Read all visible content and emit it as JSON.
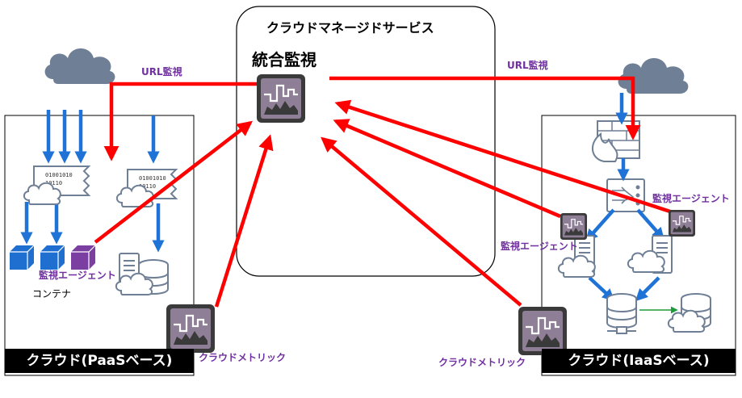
{
  "managed_service": {
    "title": "クラウドマネージドサービス",
    "integrated_monitoring": "統合監視"
  },
  "left_cloud": {
    "label": "クラウド(PaaSベース)",
    "url_monitoring": "URL監視",
    "agent_label": "監視エージェント",
    "container_label": "コンテナ",
    "cloud_metrics": "クラウドメトリック",
    "data_text": "01001010\n10110"
  },
  "right_cloud": {
    "label": "クラウド(IaaSベース)",
    "url_monitoring": "URL監視",
    "agent_label_upper": "監視エージェント",
    "agent_label_lower": "監視エージェント",
    "cloud_metrics": "クラウドメトリック"
  },
  "colors": {
    "arrow_red": "#ff0000",
    "flow_blue": "#1f73d6",
    "accent_purple": "#7030a0",
    "monitor_frame": "#3a3a3a",
    "monitor_screen": "#8e7e96",
    "cube_blue": "#1f6fd0",
    "cube_purple": "#7a3fa0",
    "cloud_gray": "#6f7f95",
    "bar_black": "#000000"
  },
  "icons": [
    "cloud-icon",
    "monitor-icon",
    "data-card-icon",
    "container-cube-icon",
    "database-icon",
    "server-icon",
    "firewall-icon",
    "load-balancer-icon",
    "network-node-icon"
  ]
}
